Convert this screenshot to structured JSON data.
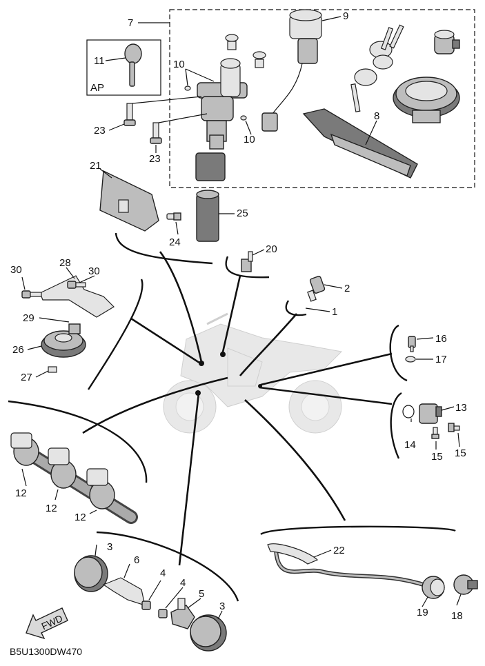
{
  "diagram": {
    "frame_group_label": "7",
    "ap_box_label": "AP",
    "footer_code": "B5U1300DW470",
    "fwd_label": "FWD",
    "callouts": {
      "c1": "1",
      "c2": "2",
      "c3a": "3",
      "c3b": "3",
      "c4a": "4",
      "c4b": "4",
      "c5": "5",
      "c6": "6",
      "c7": "7",
      "c8": "8",
      "c9": "9",
      "c10a": "10",
      "c10b": "10",
      "c11": "11",
      "c12a": "12",
      "c12b": "12",
      "c12c": "12",
      "c13": "13",
      "c14": "14",
      "c15a": "15",
      "c15b": "15",
      "c16": "16",
      "c17": "17",
      "c18": "18",
      "c19": "19",
      "c20": "20",
      "c21": "21",
      "c22": "22",
      "c23a": "23",
      "c23b": "23",
      "c24": "24",
      "c25": "25",
      "c26": "26",
      "c27": "27",
      "c28": "28",
      "c29": "29",
      "c30a": "30",
      "c30b": "30"
    }
  }
}
